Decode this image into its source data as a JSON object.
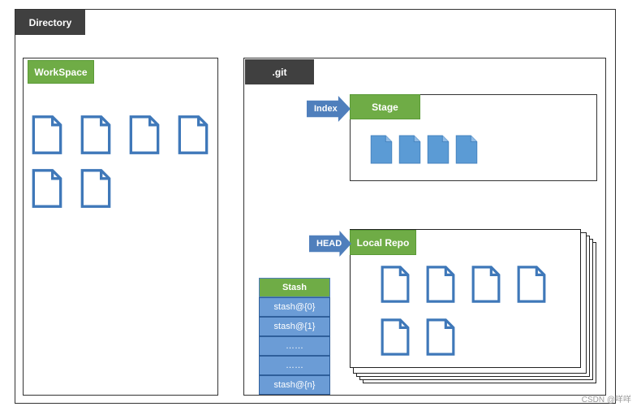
{
  "labels": {
    "directory": "Directory",
    "workspace": "WorkSpace",
    "git": ".git",
    "index": "Index",
    "stage": "Stage",
    "head": "HEAD",
    "local_repo": "Local Repo"
  },
  "stash": {
    "title": "Stash",
    "entries": [
      "stash@{0}",
      "stash@{1}",
      "……",
      "……",
      "stash@{n}"
    ]
  },
  "icons": {
    "file_outline": "file-outline-icon",
    "file_filled": "file-filled-icon"
  },
  "counts": {
    "workspace_files": 6,
    "stage_files": 4,
    "repo_files": 6
  },
  "colors": {
    "dark_tag": "#404040",
    "green_tag": "#6fac46",
    "blue": "#4f7fbc",
    "stash_cell": "#6b9cd6"
  },
  "watermark": "CSDN @咩咩"
}
